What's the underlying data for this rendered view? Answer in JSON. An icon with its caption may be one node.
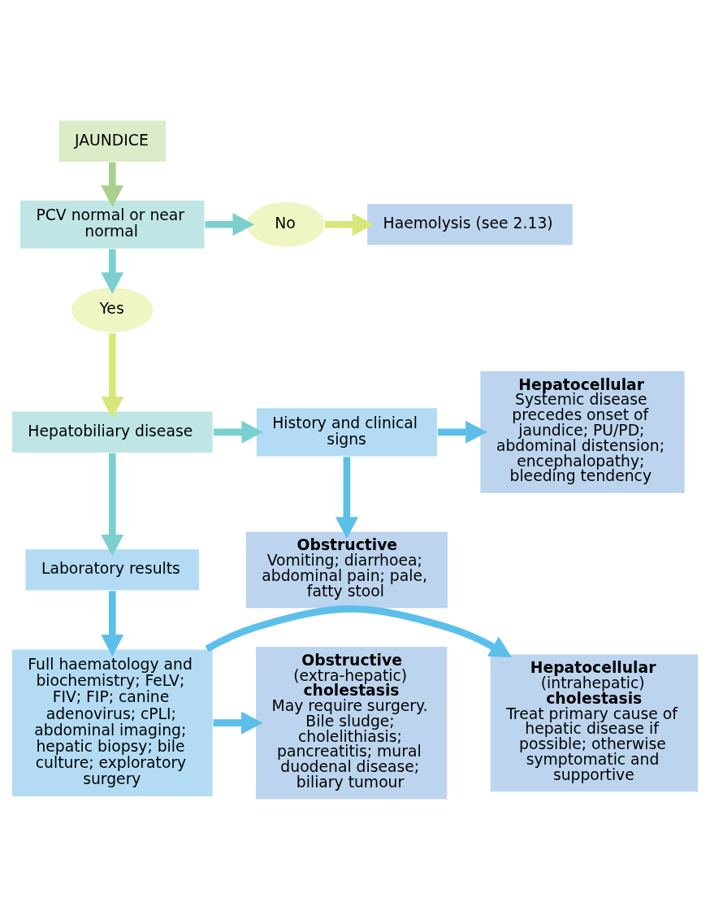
{
  "diagram": {
    "nodes": [
      {
        "text": [
          "JAUNDICE"
        ]
      },
      {
        "text": [
          "PCV normal or near normal"
        ]
      },
      {
        "text": [
          "No"
        ]
      },
      {
        "text": [
          "Haemolysis (see 2.13)"
        ]
      },
      {
        "text": [
          "Yes"
        ]
      },
      {
        "text": [
          "Hepatobiliary disease"
        ]
      },
      {
        "text": [
          "History and clinical signs"
        ]
      },
      {
        "text": [
          "**Hepatocellular**",
          "Systemic disease precedes onset of jaundice; PU/PD; abdominal distension; encephalopathy; bleeding tendency"
        ]
      },
      {
        "text": [
          "**Obstructive**",
          "Vomiting; diarrhoea; abdominal pain; pale, fatty stool"
        ]
      },
      {
        "text": [
          "Laboratory results"
        ]
      },
      {
        "text": [
          "Full haematology and biochemistry; FeLV; FIV; FIP; canine adenovirus; cPLI; abdominal imaging; hepatic biopsy; bile culture; exploratory surgery"
        ]
      },
      {
        "text": [
          "**Hepatocellular** (intrahepatic) **cholestasis**",
          "Treat primary cause of hepatic disease if possible; otherwise symptomatic and supportive"
        ]
      },
      {
        "text": [
          "**Obstructive** (extra-hepatic) **cholestasis**",
          "May require surgery.",
          "Bile sludge; cholelithiasis; pancreatitis; mural duodenal disease; biliary tumour"
        ]
      }
    ],
    "edges": [
      {
        "from": 0,
        "to": 1,
        "arrow": "to",
        "color": "#a8d08d"
      },
      {
        "from": 1,
        "to": 2,
        "arrow": "to",
        "color": "#7ccfcf"
      },
      {
        "from": 2,
        "to": 3,
        "arrow": "to",
        "color": "#d9e67a"
      },
      {
        "from": 1,
        "to": 4,
        "arrow": "to",
        "color": "#7ccfcf"
      },
      {
        "from": 4,
        "to": 5,
        "arrow": "to",
        "color": "#d9e67a"
      },
      {
        "from": 5,
        "to": 6,
        "arrow": "to",
        "color": "#7ccfcf"
      },
      {
        "from": 6,
        "to": 7,
        "arrow": "to",
        "color": "#5bbfea"
      },
      {
        "from": 6,
        "to": 8,
        "arrow": "to",
        "color": "#5bbfea"
      },
      {
        "from": 5,
        "to": 9,
        "arrow": "to",
        "color": "#7ccfcf"
      },
      {
        "from": 9,
        "to": 10,
        "arrow": "to",
        "color": "#5bbfea"
      },
      {
        "from": 10,
        "to": 11,
        "arrow": "to",
        "color": "#5bbfea"
      },
      {
        "from": 10,
        "to": 12,
        "arrow": "to",
        "color": "#5bbfea"
      }
    ]
  }
}
